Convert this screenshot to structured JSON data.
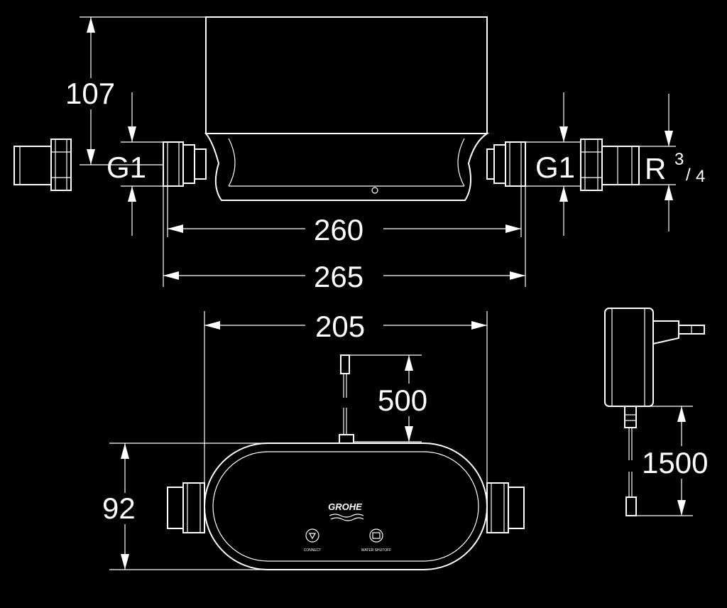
{
  "dimensions": {
    "height_top": "107",
    "thread_left": "G1",
    "thread_right": "G1",
    "outlet_thread_letter": "R",
    "outlet_thread_num": "3",
    "outlet_thread_den": "4",
    "width_260": "260",
    "width_265": "265",
    "width_205": "205",
    "cable_500": "500",
    "height_92": "92",
    "cable_1500": "1500"
  },
  "device": {
    "brand": "GROHE",
    "left_label": "CONNECT",
    "right_label": "WATER SHUTOFF"
  },
  "colors": {
    "background": "#000000",
    "line": "#ffffff"
  }
}
